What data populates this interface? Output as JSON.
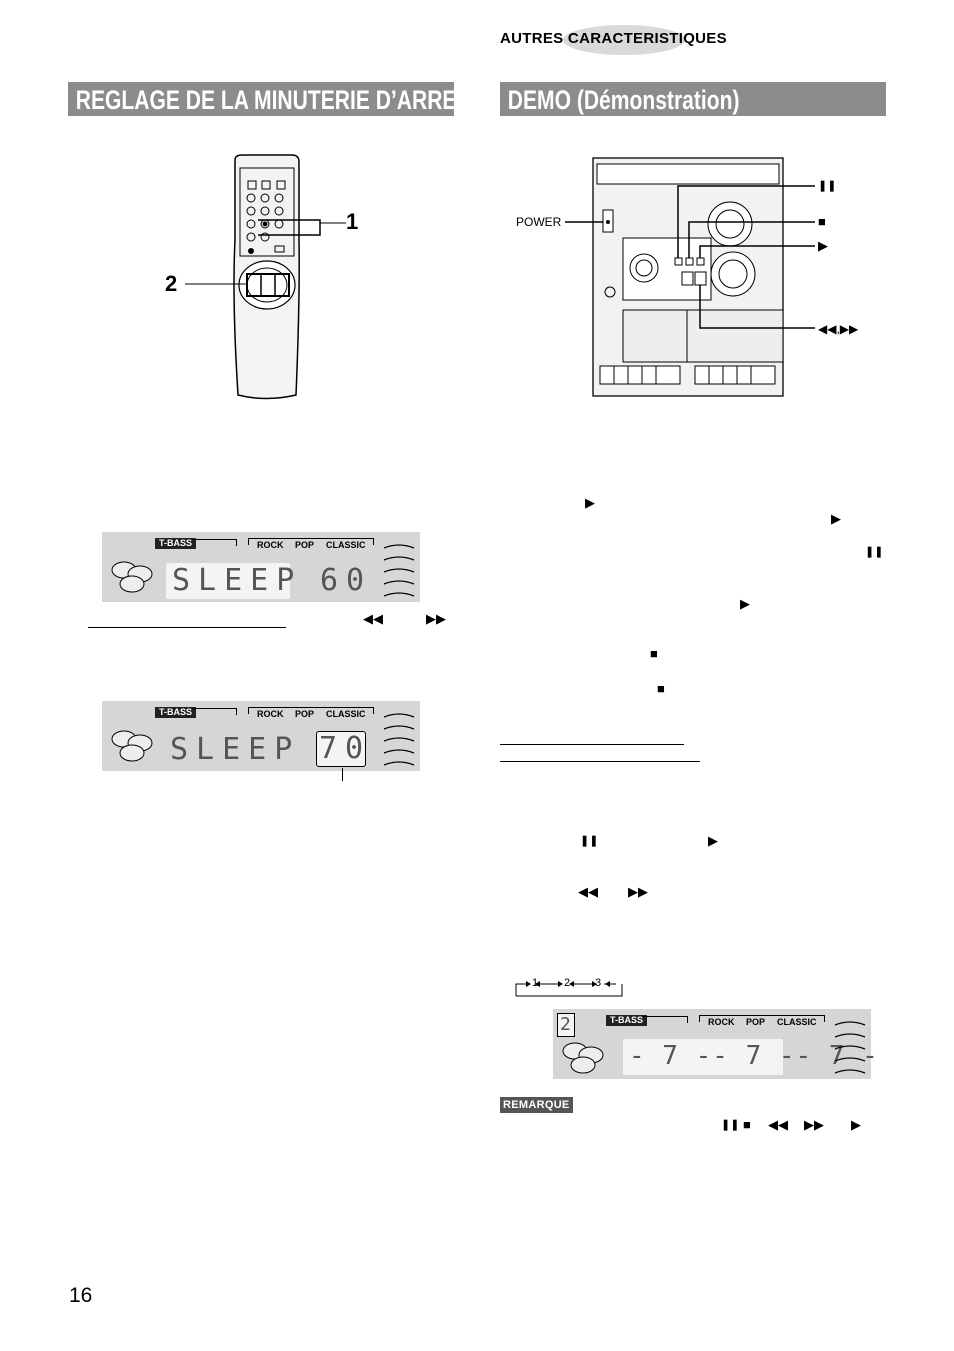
{
  "header": {
    "section": "AUTRES CARACTERISTIQUES"
  },
  "left": {
    "title": "REGLAGE DE LA MINUTERIE D’ARRET",
    "callouts": [
      "1",
      "2"
    ],
    "display1": {
      "tbass": "T-BASS",
      "modes": [
        "ROCK",
        "POP",
        "CLASSIC"
      ],
      "word": "SLEEP",
      "value": "60"
    },
    "display2": {
      "tbass": "T-BASS",
      "modes": [
        "ROCK",
        "POP",
        "CLASSIC"
      ],
      "word": "SLEEP",
      "value": "70"
    },
    "symbols": {
      "rew": "◀◀",
      "ff": "▶▶"
    }
  },
  "right": {
    "title": "DEMO (Démonstration)",
    "labels": {
      "power": "POWER",
      "pause": "❚❚",
      "stop": "■",
      "play": "▶",
      "skip": "◀◀,▶▶"
    },
    "symbols": {
      "play": "▶",
      "pause": "❚❚",
      "stop": "■",
      "rew": "◀◀",
      "ff": "▶▶"
    },
    "sequence": [
      "1",
      "2",
      "3"
    ],
    "display3": {
      "digit": "2",
      "tbass": "T-BASS",
      "modes": [
        "ROCK",
        "POP",
        "CLASSIC"
      ],
      "pattern": "- 7 -- 7 -- 7 -"
    },
    "remarque": "REMARQUE"
  },
  "page_number": "16"
}
